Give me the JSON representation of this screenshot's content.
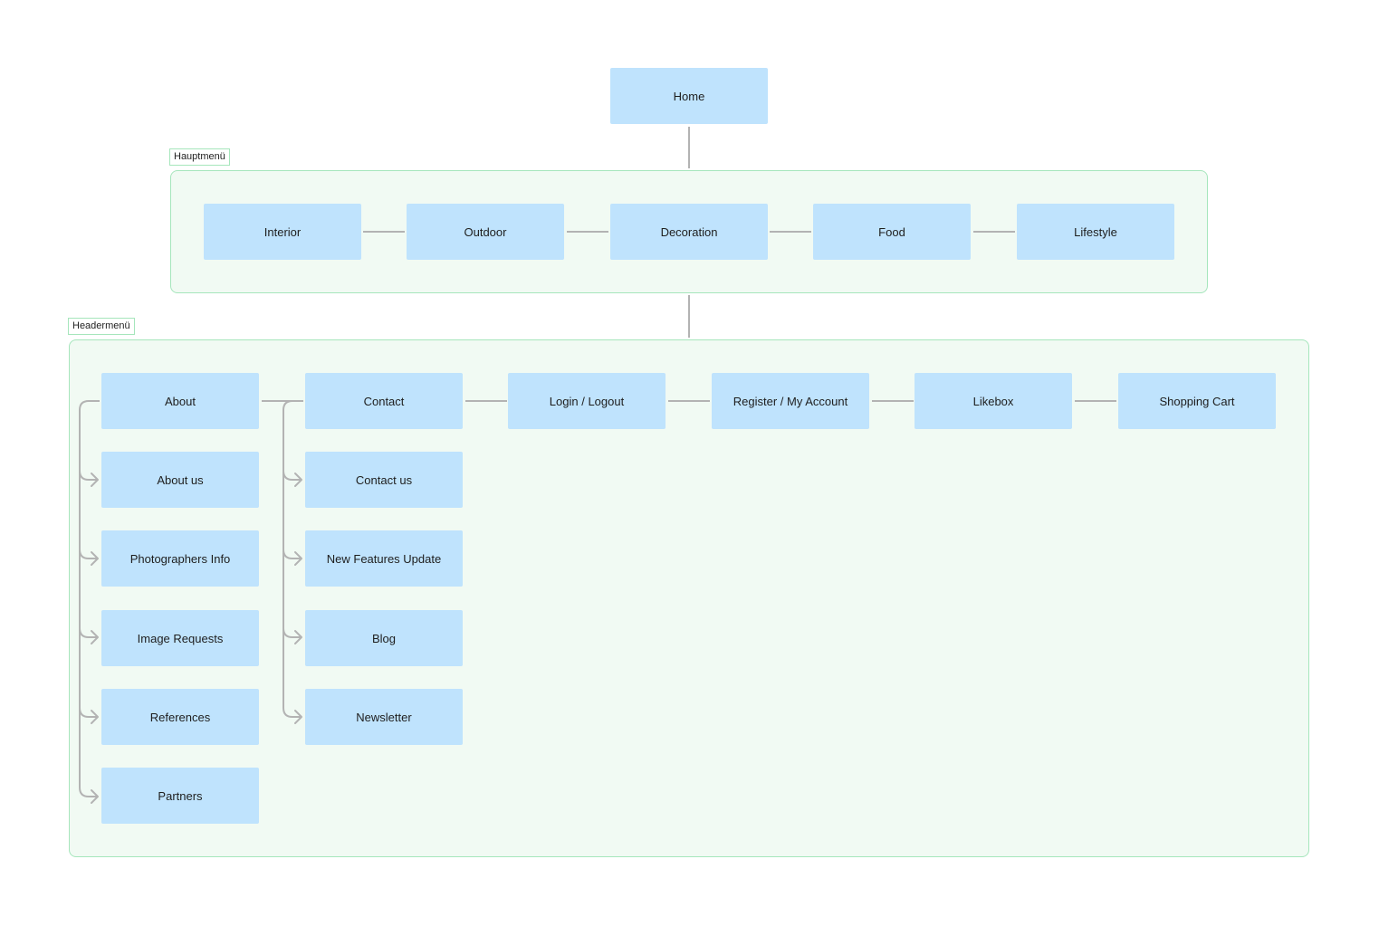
{
  "diagram": {
    "root": {
      "label": "Home"
    },
    "main_menu": {
      "label": "Hauptmenü",
      "items": [
        "Interior",
        "Outdoor",
        "Decoration",
        "Food",
        "Lifestyle"
      ]
    },
    "header_menu": {
      "label": "Headermenü",
      "items": [
        "About",
        "Contact",
        "Login / Logout",
        "Register / My Account",
        "Likebox",
        "Shopping Cart"
      ],
      "about_children": [
        "About us",
        "Photographers Info",
        "Image Requests",
        "References",
        "Partners"
      ],
      "contact_children": [
        "Contact us",
        "New Features Update",
        "Blog",
        "Newsletter"
      ]
    }
  },
  "colors": {
    "node_fill": "#bfe3fd",
    "section_fill": "#f1faf3",
    "section_border": "#a6e6bc",
    "connector": "#b3b3b3"
  }
}
